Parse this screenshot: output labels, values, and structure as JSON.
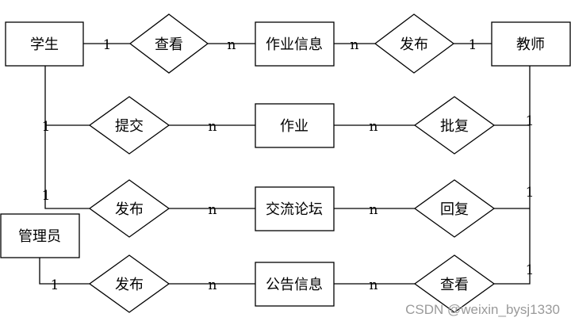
{
  "entities": {
    "student": "学生",
    "teacher": "教师",
    "admin": "管理员",
    "homework_info": "作业信息",
    "homework": "作业",
    "forum": "交流论坛",
    "notice_info": "公告信息"
  },
  "relations": {
    "r_view_1": "查看",
    "r_publish_1": "发布",
    "r_submit": "提交",
    "r_review": "批复",
    "r_publish_2": "发布",
    "r_reply": "回复",
    "r_publish_3": "发布",
    "r_view_2": "查看"
  },
  "cardinalities": {
    "c1": "1",
    "c2": "n",
    "c3": "n",
    "c4": "1",
    "c5": "1",
    "c6": "n",
    "c7": "n",
    "c8": "1",
    "c9": "1",
    "c10": "n",
    "c11": "n",
    "c12": "1",
    "c13": "1",
    "c14": "n",
    "c15": "n",
    "c16": "1"
  },
  "watermark": "CSDN @weixin_bysj1330"
}
